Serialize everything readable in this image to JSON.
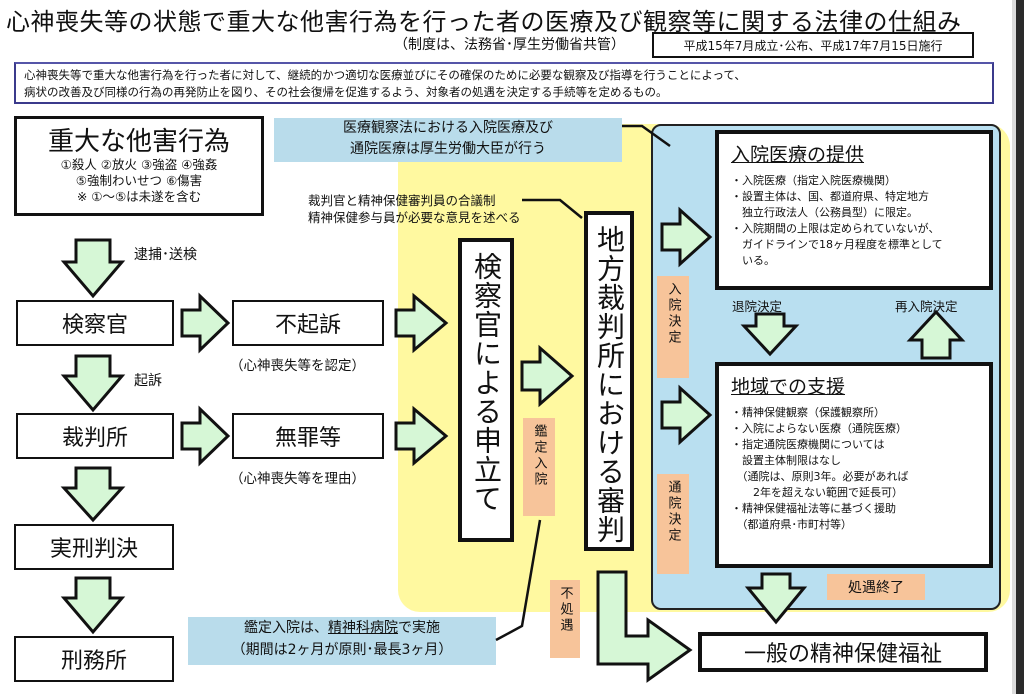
{
  "header": {
    "title": "心神喪失等の状態で重大な他害行為を行った者の医療及び観察等に関する法律の仕組み",
    "subtitle": "（制度は、法務省･厚生労働省共管）",
    "dates": "平成15年7月成立･公布、平成17年7月15日施行"
  },
  "purpose": {
    "line1": "心神喪失等で重大な他害行為を行った者に対して、継続的かつ適切な医療並びにその確保のために必要な観察及び指導を行うことによって、",
    "line2": "病状の改善及び同様の行為の再発防止を図り、その社会復帰を促進するよう、対象者の処遇を決定する手続等を定めるもの。"
  },
  "serious_acts": {
    "title": "重大な他害行為",
    "line1": "①殺人 ②放火 ③強盗 ④強姦",
    "line2": "⑤強制わいせつ ⑥傷害",
    "line3": "※ ①～⑤は未遂を含む"
  },
  "flow": {
    "arrest_label": "逮捕･送検",
    "prosecutor": "検察官",
    "indict_label": "起訴",
    "court": "裁判所",
    "sentence": "実刑判決",
    "prison": "刑務所",
    "non_prosecution": "不起訴",
    "non_prosecution_caption": "（心神喪失等を認定）",
    "acquittal": "無罪等",
    "acquittal_caption": "（心神喪失等を理由）"
  },
  "notes": {
    "ministry_line1": "医療観察法における入院医療及び",
    "ministry_line2": "通院医療は厚生労働大臣が行う",
    "panel_line1": "裁判官と精神保健審判員の合議制",
    "panel_line2": "精神保健参与員が必要な意見を述べる",
    "assessment_line1_pre": "鑑定入院は、",
    "assessment_line1_ul": "精神科病院",
    "assessment_line1_post": "で実施",
    "assessment_line2": "（期間は2ヶ月が原則･最長3ヶ月）"
  },
  "center": {
    "petition": "検察官による申立て",
    "hearing": "地方裁判所における審判",
    "assessment_tag": "鑑定入院",
    "no_treatment_tag": "不処遇",
    "inpatient_decision_tag": "入院決定",
    "outpatient_decision_tag": "通院決定"
  },
  "inpatient": {
    "title": "入院医療の提供",
    "lines": [
      "・入院医療（指定入院医療機関）",
      "・設置主体は、国、都道府県、特定地方",
      "　独立行政法人（公務員型）に限定。",
      "・入院期間の上限は定められていないが、",
      "　ガイドラインで18ヶ月程度を標準として",
      "　いる。"
    ]
  },
  "transitions": {
    "discharge": "退院決定",
    "readmission": "再入院決定",
    "termination": "処遇終了"
  },
  "community": {
    "title": "地域での支援",
    "lines": [
      "・精神保健観察（保護観察所）",
      "・入院によらない医療（通院医療）",
      "・指定通院医療機関については",
      "　設置主体制限はなし",
      "　（通院は、原則3年。必要があれば",
      "　　2年を超えない範囲で延長可）",
      "・精神保健福祉法等に基づく援助",
      "　（都道府県･市町村等）"
    ]
  },
  "general_welfare": "一般の精神保健福祉",
  "colors": {
    "arrow_fill": "#d6f7d6",
    "yellow_zone": "#fff9a0",
    "blue_zone": "#b9dff0",
    "tag_orange": "#f7c49a",
    "note_blue": "#b9dceb",
    "purpose_border": "#3b3a8c"
  }
}
